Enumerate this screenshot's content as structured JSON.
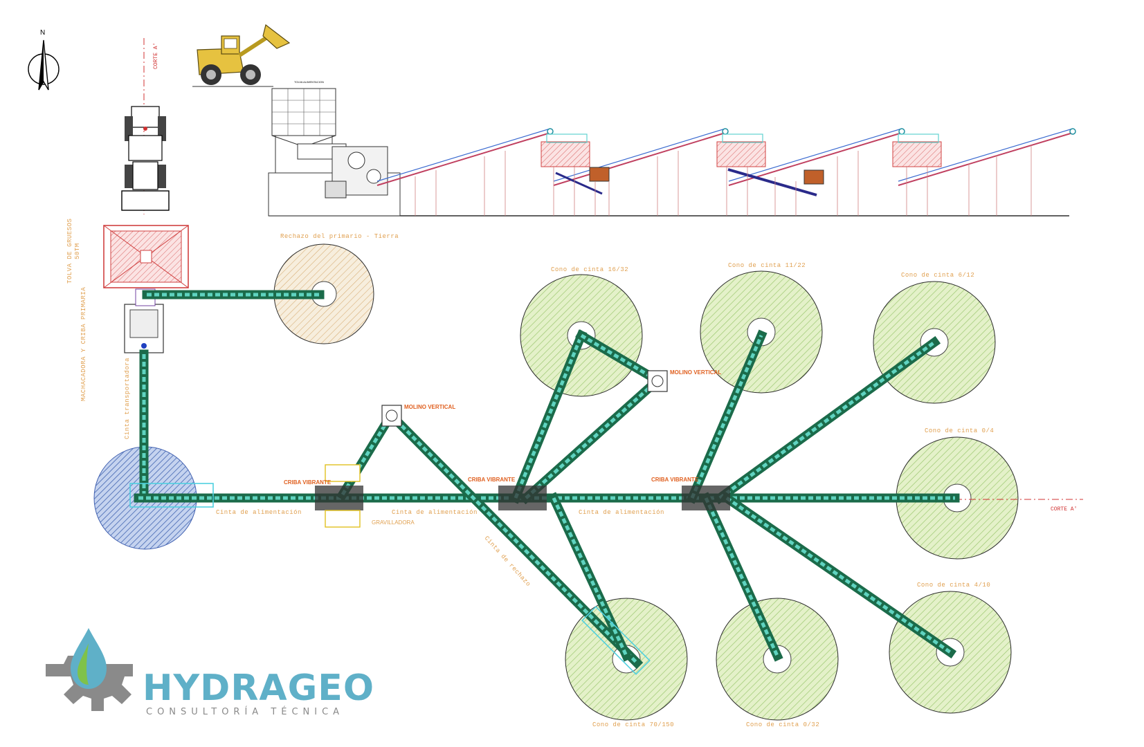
{
  "north_label": "N",
  "corte_label": "CORTE A'",
  "elevation": {
    "tolva_label": "TOLVA ALIMENTACION"
  },
  "vertical_labels": {
    "tolva_gruesos": "TOLVA DE GRUESOS",
    "tolva_capacity": "50TM",
    "machacadora": "MACHACADORA Y CRIBA PRIMARIA",
    "cinta_transportadora": "Cinta transportadora"
  },
  "piles": {
    "rechazo": "Rechazo del primario - Tierra",
    "c16_32": "Cono de cinta 16/32",
    "c11_22": "Cono de cinta 11/22",
    "c6_12": "Cono de cinta 6/12",
    "c0_4": "Cono de cinta 0/4",
    "c4_10": "Cono de cinta 4/10",
    "c70_150": "Cono de cinta 70/150",
    "c0_32": "Cono de cinta 0/32"
  },
  "equipment": {
    "criba1": "CRIBA VIBRANTE",
    "criba2": "CRIBA VIBRANTE",
    "criba3": "CRIBA VIBRANTE",
    "molino1": "MOLINO VERTICAL",
    "molino2": "MOLINO VERTICAL",
    "gravilladora": "GRAVILLADORA"
  },
  "belts": {
    "alim1": "Cinta de alimentación",
    "alim2": "Cinta de alimentación",
    "alim3": "Cinta de alimentación",
    "rechazo": "Cinta de rechazo"
  },
  "logo": {
    "title": "HYDRAGEO",
    "subtitle": "CONSULTORÍA TÉCNICA"
  },
  "colors": {
    "belt": "#1b6b4a",
    "belt_highlight": "#5fd3c0",
    "pile_green": "#cfe6a8",
    "pile_orange": "#f0dcbc",
    "pile_blue": "#3f63b0",
    "label": "#e0a050",
    "corte": "#d03030",
    "logo_blue": "#5fb0c8",
    "logo_gray": "#8a8a8a"
  }
}
